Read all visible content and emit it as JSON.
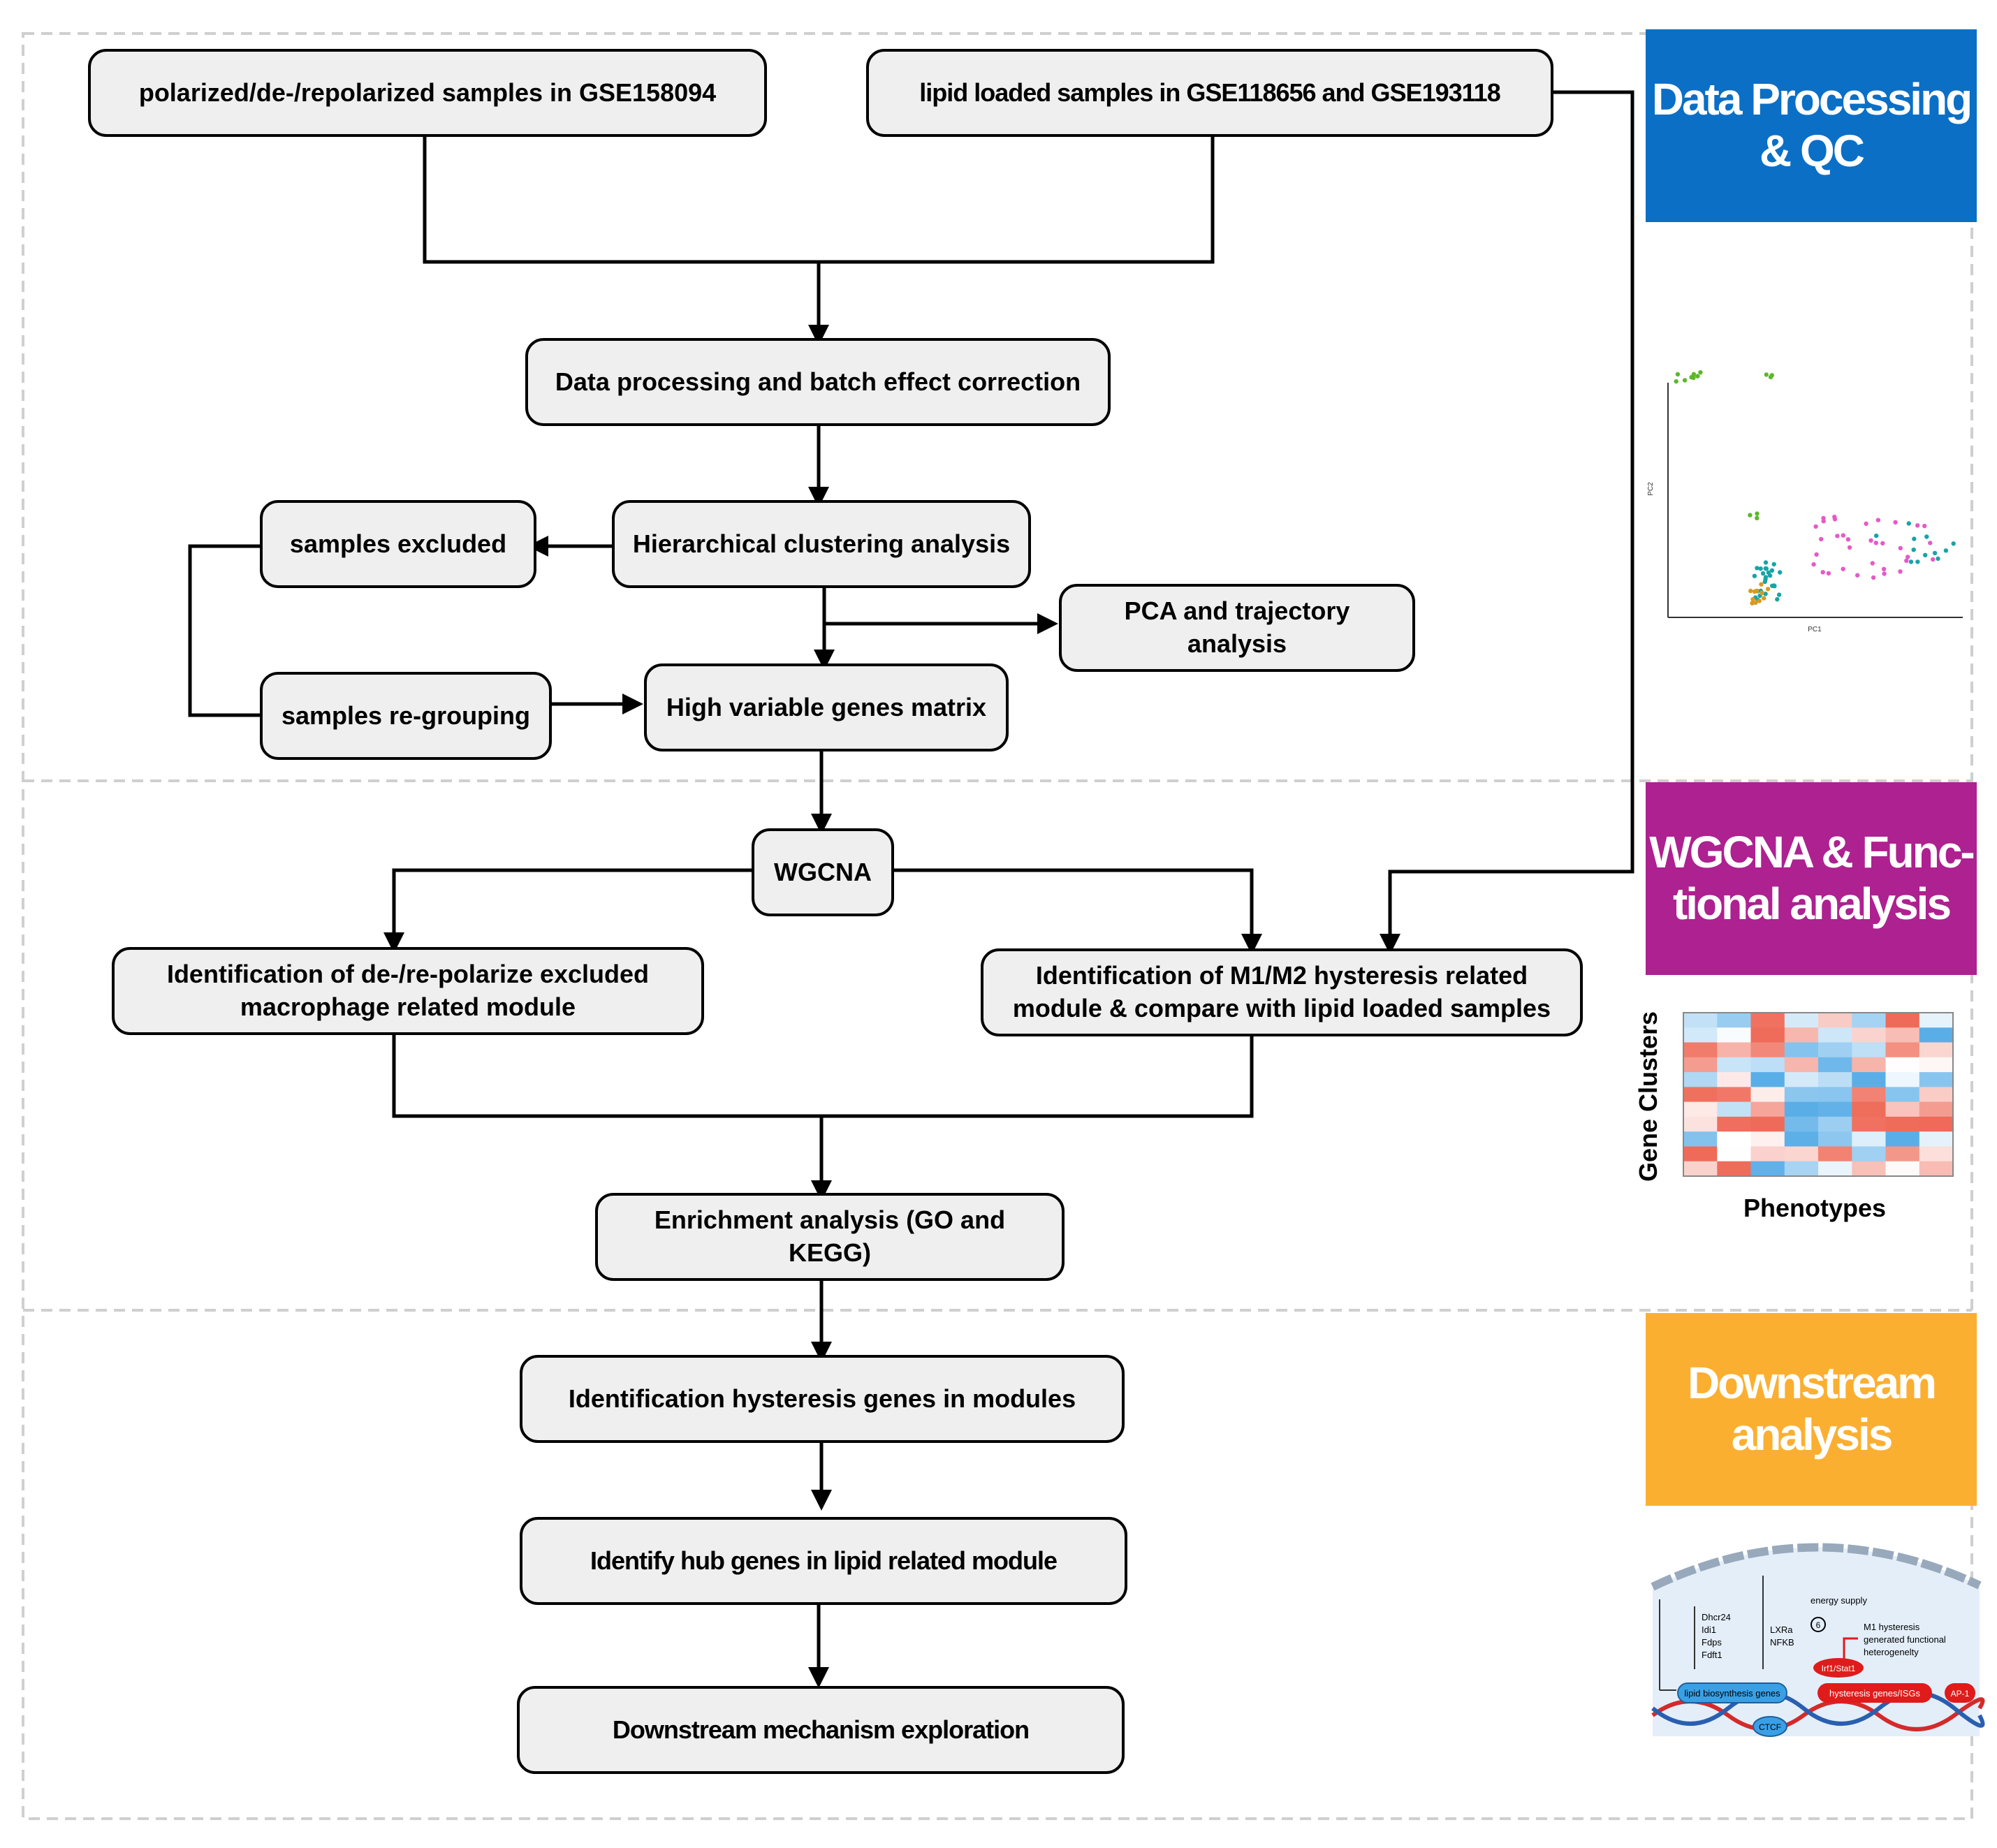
{
  "boxes": {
    "polarized_samples": "polarized/de-/repolarized samples in GSE158094",
    "lipid_samples": "lipid loaded samples in GSE118656 and GSE193118",
    "data_processing": "Data processing and batch effect correction",
    "hierarchical_clustering": "Hierarchical clustering analysis",
    "samples_excluded": "samples excluded",
    "pca_trajectory": "PCA and trajectory analysis",
    "samples_regrouping": "samples re-grouping",
    "hvg_matrix": "High variable genes matrix",
    "wgcna": "WGCNA",
    "module_depolarize": "Identification of de-/re-polarize excluded macrophage related module",
    "module_hysteresis": "Identification of M1/M2 hysteresis related module & compare with lipid loaded samples",
    "enrichment": "Enrichment analysis (GO and KEGG)",
    "hysteresis_genes": "Identification hysteresis genes in modules",
    "hub_genes": "Identify hub genes in lipid related module",
    "downstream_mech": "Downstream mechanism exploration"
  },
  "stages": [
    {
      "line1": "Data Processing",
      "line2": "& QC",
      "color": "#0b6fc6"
    },
    {
      "line1": "WGCNA & Func-",
      "line2": "tional analysis",
      "color": "#ad2190"
    },
    {
      "line1": "Downstream",
      "line2": "analysis",
      "color": "#fbaf31"
    }
  ],
  "pca_thumb": {
    "xlabel": "PC1",
    "ylabel": "PC2",
    "colors": [
      "#5cb82a",
      "#18a4a6",
      "#e55ac8",
      "#d99a20"
    ]
  },
  "heatmap_thumb": {
    "ylabel": "Gene Clusters",
    "xlabel": "Phenotypes",
    "colors": {
      "low": "#5aaee8",
      "mid": "#ffffff",
      "high": "#ef6a58"
    }
  },
  "mechanism_thumb": {
    "energy_supply": "energy supply",
    "step_marker": "6",
    "m1_note": [
      "M1 hysteresis",
      "generated functional",
      "heterogenelty"
    ],
    "genes_left": [
      "Dhcr24",
      "Idi1",
      "Fdps",
      "Fdft1"
    ],
    "genes_right": [
      "LXRa",
      "NFKB"
    ],
    "irf_label": "Irf1/Stat1",
    "lipid_genes": "lipid biosynthesis genes",
    "hysteresis_isgs": "hysteresis genes/ISGs",
    "ap1": "AP-1",
    "ctcf": "CTCF"
  }
}
